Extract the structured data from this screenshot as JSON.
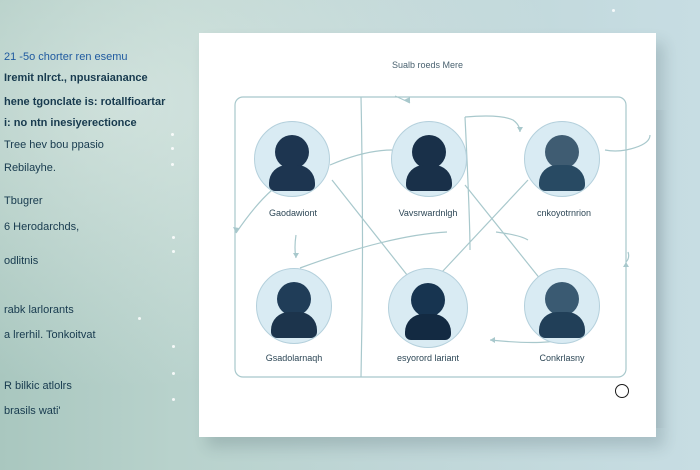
{
  "notes": [
    "21 -5o chorter ren esemu",
    "Iremit nlrct., npusraianance",
    "hene tgonclate is: rotallfioartar",
    "i: no ntn inesiyerectionce",
    "Tree hev  bou ppasio",
    "Rebilayhe.",
    "Tbugrer",
    "6  Herodarchds,",
    "odlitnis",
    "rabk larlorants",
    "a lrerhil. Tonkoitvat",
    "R bilkic atlolrs",
    "brasils wati'"
  ],
  "diagram": {
    "title": "Sualb roeds Mere",
    "nodes": [
      {
        "label": "Gaodawiont",
        "head": "#1d3550",
        "body": "#1d3550"
      },
      {
        "label": "Vavsrwardnlgh",
        "head": "#193049",
        "body": "#193049"
      },
      {
        "label": "cnkoyotrnrion",
        "head": "#3f5c72",
        "body": "#284a63"
      },
      {
        "label": "Gsadolarnaqh",
        "head": "#203d58",
        "body": "#1c344c"
      },
      {
        "label": "esyorord lariant",
        "head": "#173450",
        "body": "#132a42"
      },
      {
        "label": "Conkrlasny",
        "head": "#3a5a72",
        "body": "#213f58"
      }
    ]
  }
}
